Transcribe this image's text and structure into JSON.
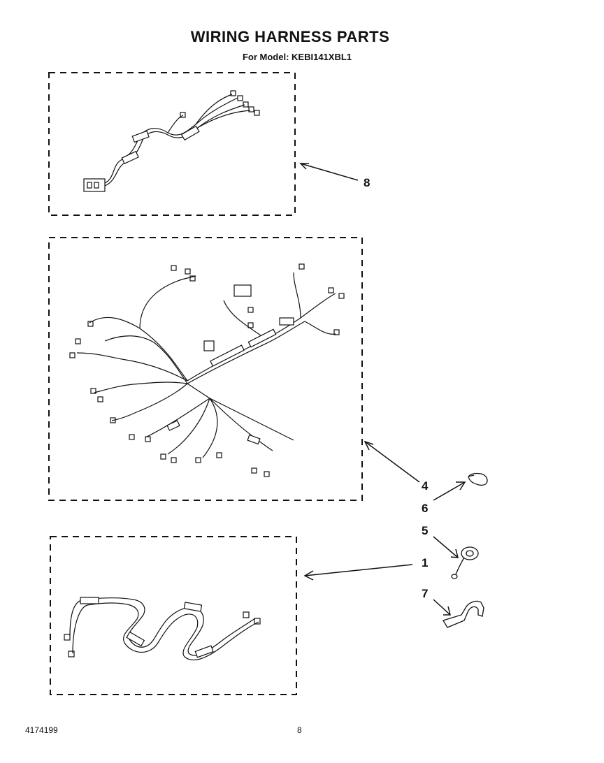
{
  "header": {
    "title": "WIRING HARNESS PARTS",
    "subtitle": "For Model: KEBI141XBL1"
  },
  "callouts": {
    "part_8": "8",
    "part_4": "4",
    "part_6": "6",
    "part_5": "5",
    "part_1": "1",
    "part_7": "7"
  },
  "footer": {
    "doc_number": "4174199",
    "page_number": "8"
  }
}
